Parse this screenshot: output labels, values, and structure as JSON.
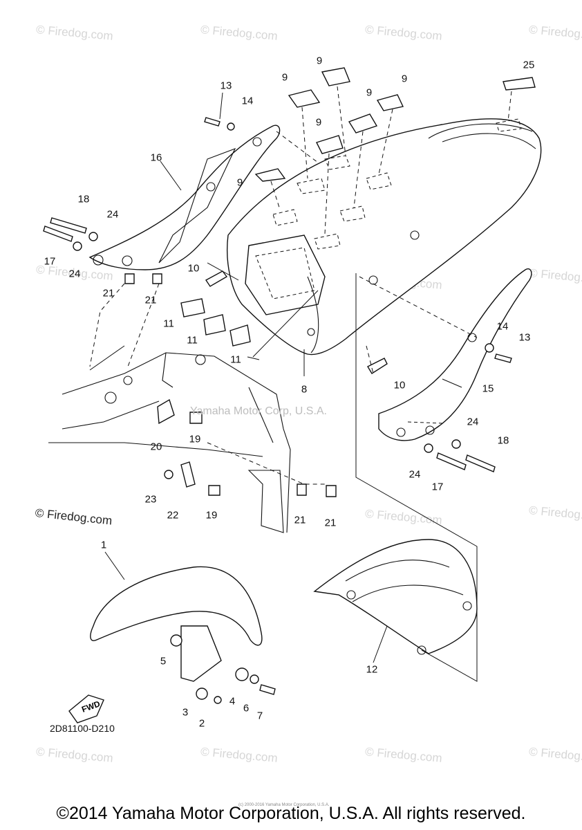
{
  "watermark_text": "© Firedog.com",
  "corp_watermark": "Yamaha Motor Corp, U.S.A.",
  "brand_watermark": "© Firedog.com",
  "diagram_code": "2D81100-D210",
  "fwd_label": "FWD",
  "tiny_note": "(c) 2000-2016 Yamaha Motor Corporation, U.S.A.",
  "copyright": "©2014 Yamaha Motor Corporation, U.S.A. All rights reserved.",
  "part_labels": {
    "p1": "1",
    "p2": "2",
    "p3": "3",
    "p4": "4",
    "p5": "5",
    "p6": "6",
    "p7": "7",
    "p8": "8",
    "p9": "9",
    "p10": "10",
    "p11": "11",
    "p12": "12",
    "p13": "13",
    "p14": "14",
    "p15": "15",
    "p16": "16",
    "p17": "17",
    "p18": "18",
    "p19": "19",
    "p20": "20",
    "p21": "21",
    "p22": "22",
    "p23": "23",
    "p24": "24",
    "p25": "25"
  }
}
